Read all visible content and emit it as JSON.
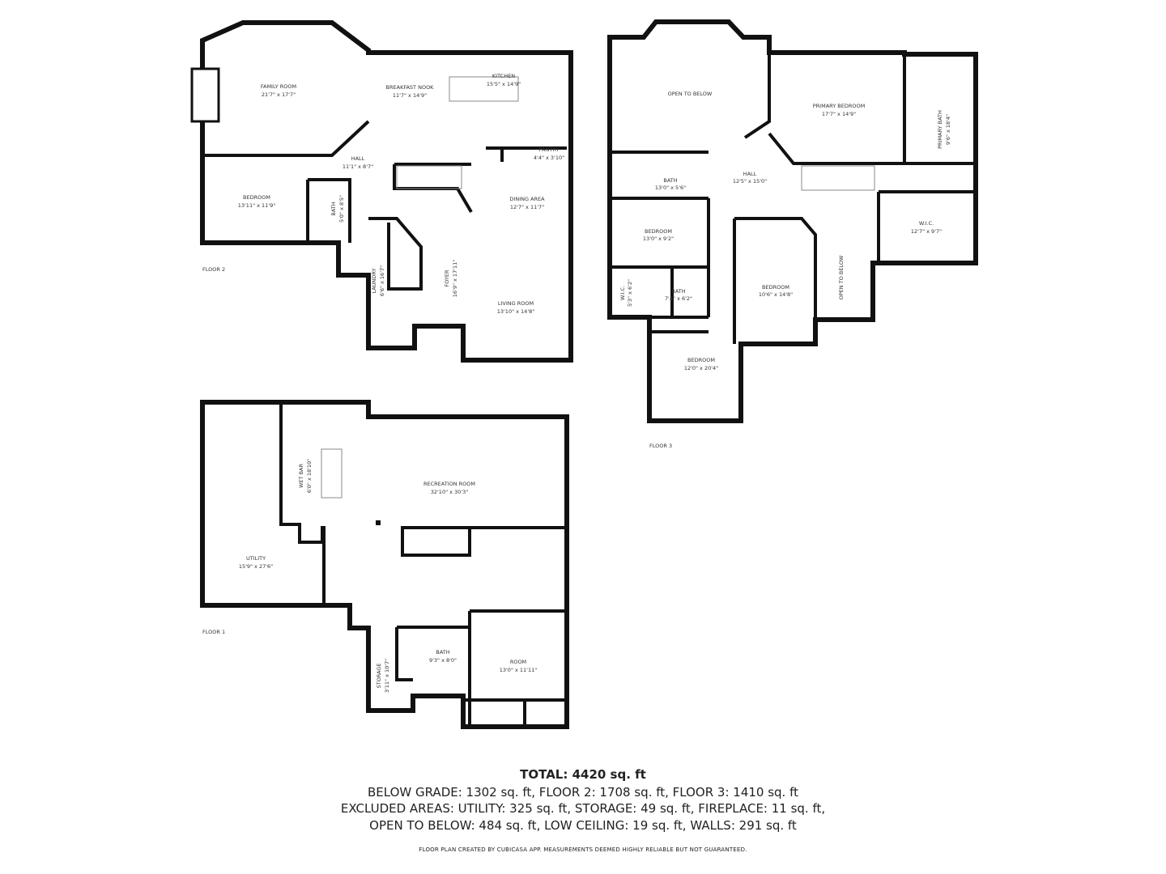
{
  "floors": {
    "floor2": {
      "label": "FLOOR 2",
      "rooms": [
        {
          "name": "FAMILY ROOM",
          "dim": "21'7\" x 17'7\""
        },
        {
          "name": "BREAKFAST NOOK",
          "dim": "11'7\" x 14'9\""
        },
        {
          "name": "KITCHEN",
          "dim": "15'5\" x 14'9\""
        },
        {
          "name": "PANTRY",
          "dim": "4'4\" x 3'10\""
        },
        {
          "name": "HALL",
          "dim": "11'1\" x 8'7\""
        },
        {
          "name": "BEDROOM",
          "dim": "13'11\" x 11'9\""
        },
        {
          "name": "BATH",
          "dim": "5'0\" x 8'5\""
        },
        {
          "name": "DINING AREA",
          "dim": "12'7\" x 11'7\""
        },
        {
          "name": "LAUNDRY",
          "dim": "6'6\" x 16'7\""
        },
        {
          "name": "FOYER",
          "dim": "16'9\" x 17'11\""
        },
        {
          "name": "LIVING ROOM",
          "dim": "13'10\" x 14'8\""
        }
      ]
    },
    "floor3": {
      "label": "FLOOR 3",
      "rooms": [
        {
          "name": "OPEN TO BELOW",
          "dim": ""
        },
        {
          "name": "PRIMARY BEDROOM",
          "dim": "17'7\" x 14'9\""
        },
        {
          "name": "PRIMARY BATH",
          "dim": "9'6\" x 18'4\""
        },
        {
          "name": "BATH",
          "dim": "13'0\" x 5'6\""
        },
        {
          "name": "HALL",
          "dim": "12'5\" x 15'0\""
        },
        {
          "name": "W.I.C.",
          "dim": "12'7\" x 9'7\""
        },
        {
          "name": "BEDROOM",
          "dim": "13'0\" x 9'2\""
        },
        {
          "name": "W.I.C.",
          "dim": "5'3\" x 6'2\""
        },
        {
          "name": "BATH",
          "dim": "7'4\" x 6'2\""
        },
        {
          "name": "BEDROOM",
          "dim": "10'6\" x 14'8\""
        },
        {
          "name": "OPEN TO BELOW",
          "dim": ""
        },
        {
          "name": "BEDROOM",
          "dim": "12'0\" x 20'4\""
        }
      ]
    },
    "floor1": {
      "label": "FLOOR 1",
      "rooms": [
        {
          "name": "WET BAR",
          "dim": "6'0\" x 18'10\""
        },
        {
          "name": "RECREATION ROOM",
          "dim": "32'10\" x 30'3\""
        },
        {
          "name": "UTILITY",
          "dim": "15'9\" x 27'6\""
        },
        {
          "name": "BATH",
          "dim": "9'3\" x 8'0\""
        },
        {
          "name": "ROOM",
          "dim": "13'0\" x 11'11\""
        },
        {
          "name": "STORAGE",
          "dim": "3'11\" x 10'7\""
        }
      ]
    }
  },
  "summary": {
    "total": "TOTAL: 4420 sq. ft",
    "line1": "BELOW GRADE: 1302 sq. ft, FLOOR 2: 1708 sq. ft, FLOOR 3: 1410 sq. ft",
    "line2": "EXCLUDED AREAS: UTILITY: 325 sq. ft, STORAGE: 49 sq. ft, FIREPLACE: 11 sq. ft,",
    "line3": "OPEN TO BELOW: 484 sq. ft, LOW CEILING: 19 sq. ft, WALLS: 291 sq. ft",
    "disclaimer": "FLOOR PLAN CREATED BY CUBICASA APP. MEASUREMENTS DEEMED HIGHLY RELIABLE BUT NOT GUARANTEED."
  }
}
